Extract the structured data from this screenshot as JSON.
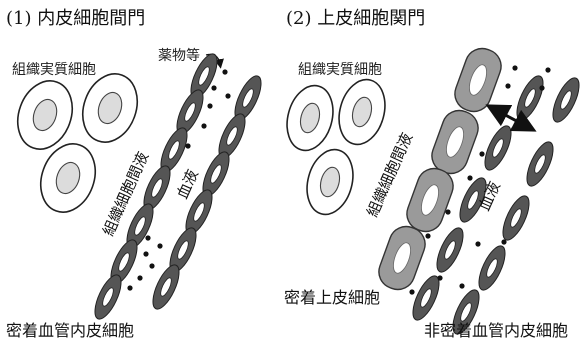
{
  "panel1": {
    "title": "(1) 内皮細胞間門",
    "tissue_label": "組織実質細胞",
    "drug_label": "薬物等",
    "interstitial_label": "組織細胞間液",
    "blood_label": "血液",
    "bottom_label": "密着血管内皮細胞"
  },
  "panel2": {
    "title": "(2) 上皮細胞関門",
    "tissue_label": "組織実質細胞",
    "interstitial_label": "組織細胞間液",
    "blood_label": "血液",
    "epithelial_label": "密着上皮細胞",
    "bottom_label": "非密着血管内皮細胞"
  }
}
